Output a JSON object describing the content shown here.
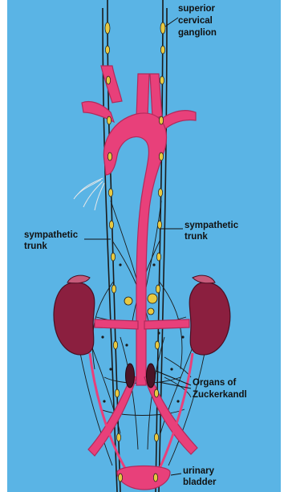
{
  "figure": {
    "background_color": "#5ab4e5",
    "vessel_color": "#e8407a",
    "ganglion_color": "#e8c940",
    "kidney_color": "#8b1f3f",
    "organ_color": "#4a1426",
    "labels": {
      "superior_cervical_ganglion": [
        "superior",
        "cervical",
        "ganglion"
      ],
      "sympathetic_trunk_left": [
        "sympathetic",
        "trunk"
      ],
      "sympathetic_trunk_right": [
        "sympathetic",
        "trunk"
      ],
      "organs_of_zuckerkandl": [
        "Organs of",
        "Zuckerkandl"
      ],
      "urinary_bladder": [
        "urinary",
        "bladder"
      ]
    }
  }
}
